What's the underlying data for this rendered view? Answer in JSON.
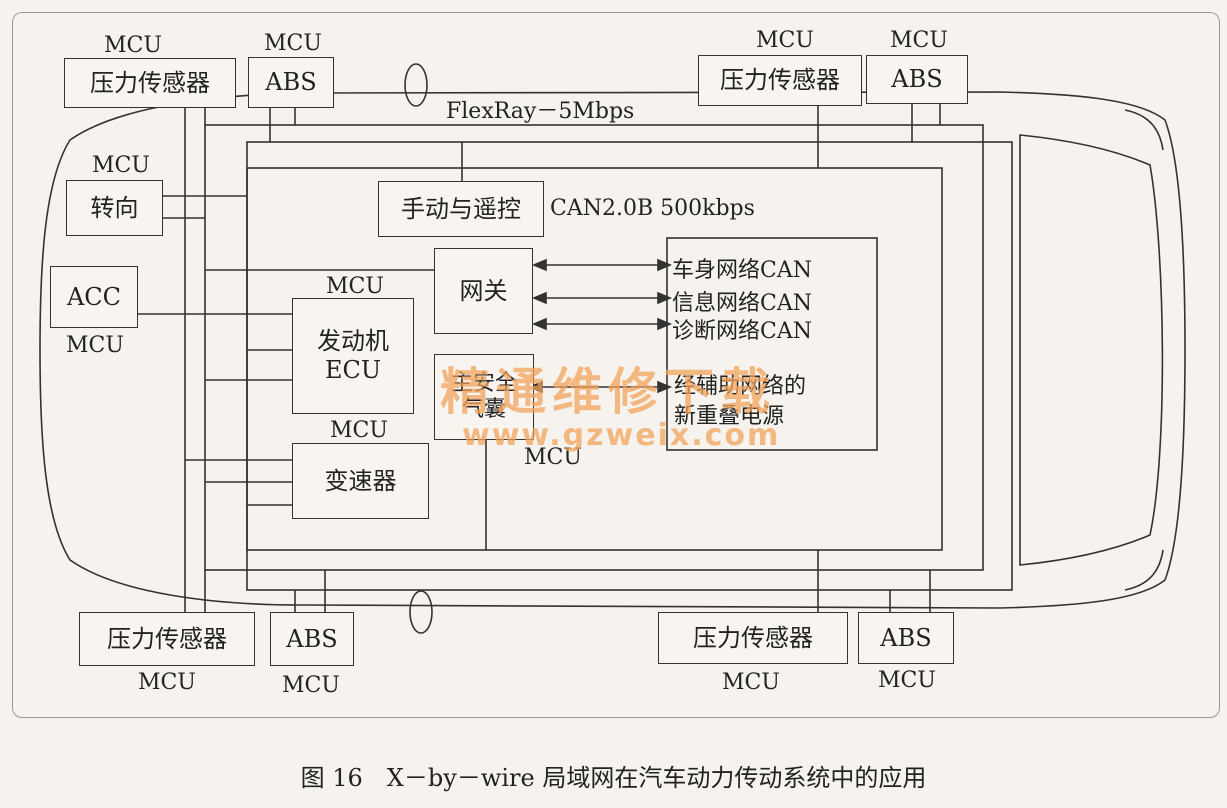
{
  "mcu": "MCU",
  "pressure_sensor": "压力传感器",
  "abs": "ABS",
  "steering": "转向",
  "acc": "ACC",
  "manual_remote": "手动与遥控",
  "flexray": "FlexRay－5Mbps",
  "can": "CAN2.0B 500kbps",
  "gateway": "网关",
  "engine": "发动机\nECU",
  "transmission": "变速器",
  "airbag": "主安全\n气囊",
  "can_networks": [
    "车身网络CAN",
    "信息网络CAN",
    "诊断网络CAN"
  ],
  "power_note": "经辅助网络的\n新重叠电源",
  "watermark": {
    "text": "精通维修下载",
    "url": "www.gzweix.com"
  },
  "caption": "图 16　X－by－wire 局域网在汽车动力传动系统中的应用"
}
